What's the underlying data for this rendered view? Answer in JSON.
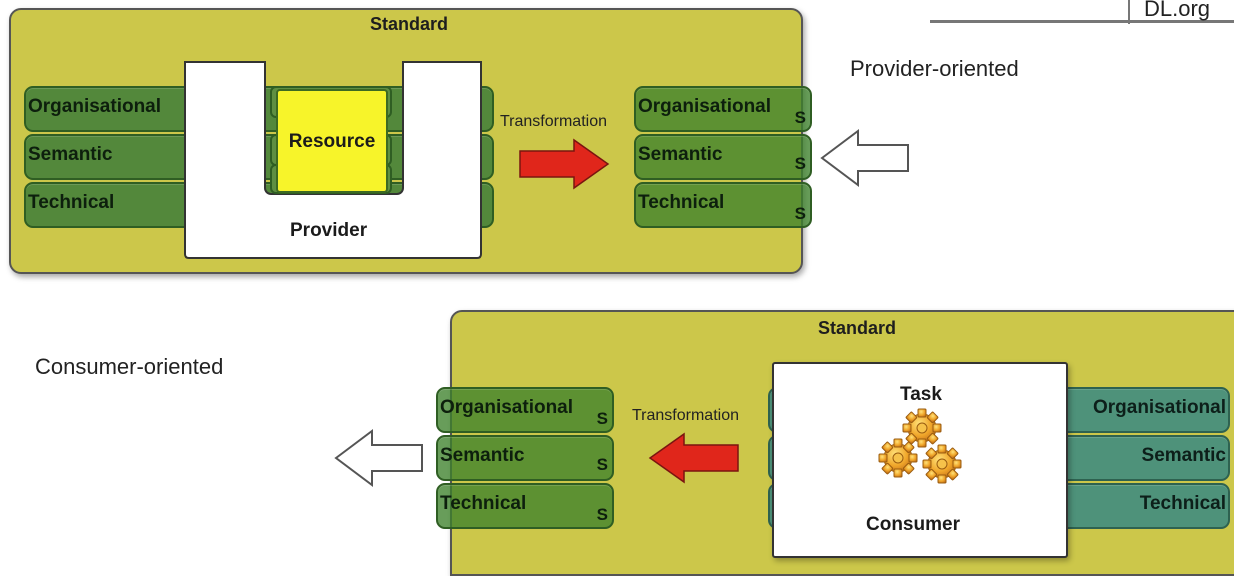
{
  "corner_tag": "DL.org",
  "top_panel": {
    "caption": "Provider-oriented",
    "standard_label": "Standard",
    "left_layers": [
      "Organisational",
      "Semantic",
      "Technical"
    ],
    "resource_label": "Resource",
    "provider_label": "Provider",
    "transformation_label": "Transformation",
    "right_layers": [
      "Organisational",
      "Semantic",
      "Technical"
    ],
    "standard_marker": "S"
  },
  "bottom_panel": {
    "caption": "Consumer-oriented",
    "standard_label": "Standard",
    "left_layers": [
      "Organisational",
      "Semantic",
      "Technical"
    ],
    "standard_marker": "S",
    "transformation_label": "Transformation",
    "task_label": "Task",
    "consumer_label": "Consumer",
    "right_layers": [
      "Organisational",
      "Semantic",
      "Technical"
    ]
  },
  "colors": {
    "standard_panel": "#ccc74a",
    "layer_green": "#53883b",
    "layer_teal": "#4e927a",
    "resource_yellow": "#f7f42a",
    "arrow_red": "#e0261b"
  },
  "icons": [
    "transformation-arrow-icon",
    "outgoing-arrow-icon",
    "gears-icon"
  ]
}
